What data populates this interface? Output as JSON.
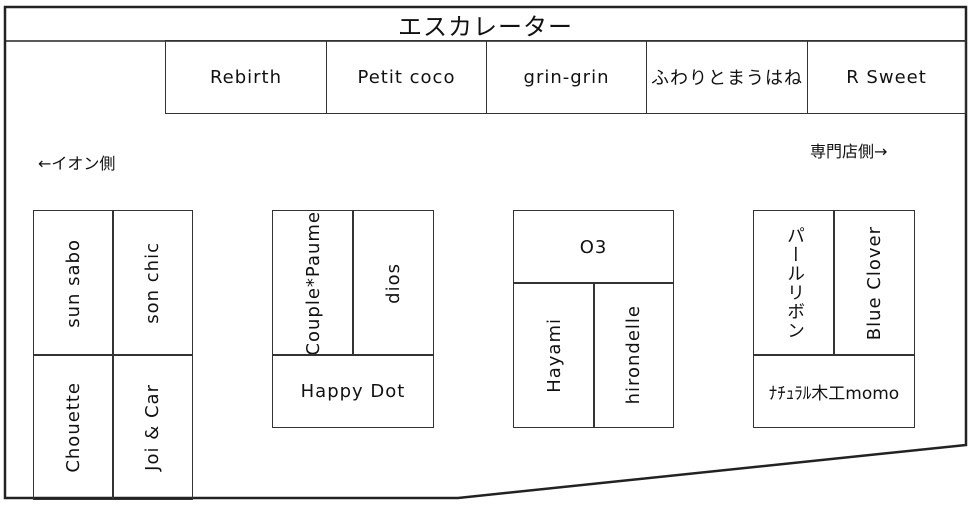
{
  "title": "エスカレーター",
  "top_shops": [
    "Rebirth",
    "Petit coco",
    "grin-grin",
    "ふわりとまうはね",
    "R Sweet"
  ],
  "left_direction": "←イオン側",
  "right_direction": "専門店側→",
  "block1": {
    "tl": "sun sabo",
    "tr": "son chic",
    "bl": "Chouette",
    "br": "Joi & Car"
  },
  "block2": {
    "tl": "Couple*Paume",
    "tr": "dios",
    "bottom": "Happy Dot"
  },
  "block3": {
    "top": "O3",
    "bl": "Hayami",
    "br": "hirondelle"
  },
  "block4": {
    "tl": "パールリボン",
    "tr": "Blue Clover",
    "bottom": "ﾅﾁｭﾗﾙ木工momo"
  }
}
